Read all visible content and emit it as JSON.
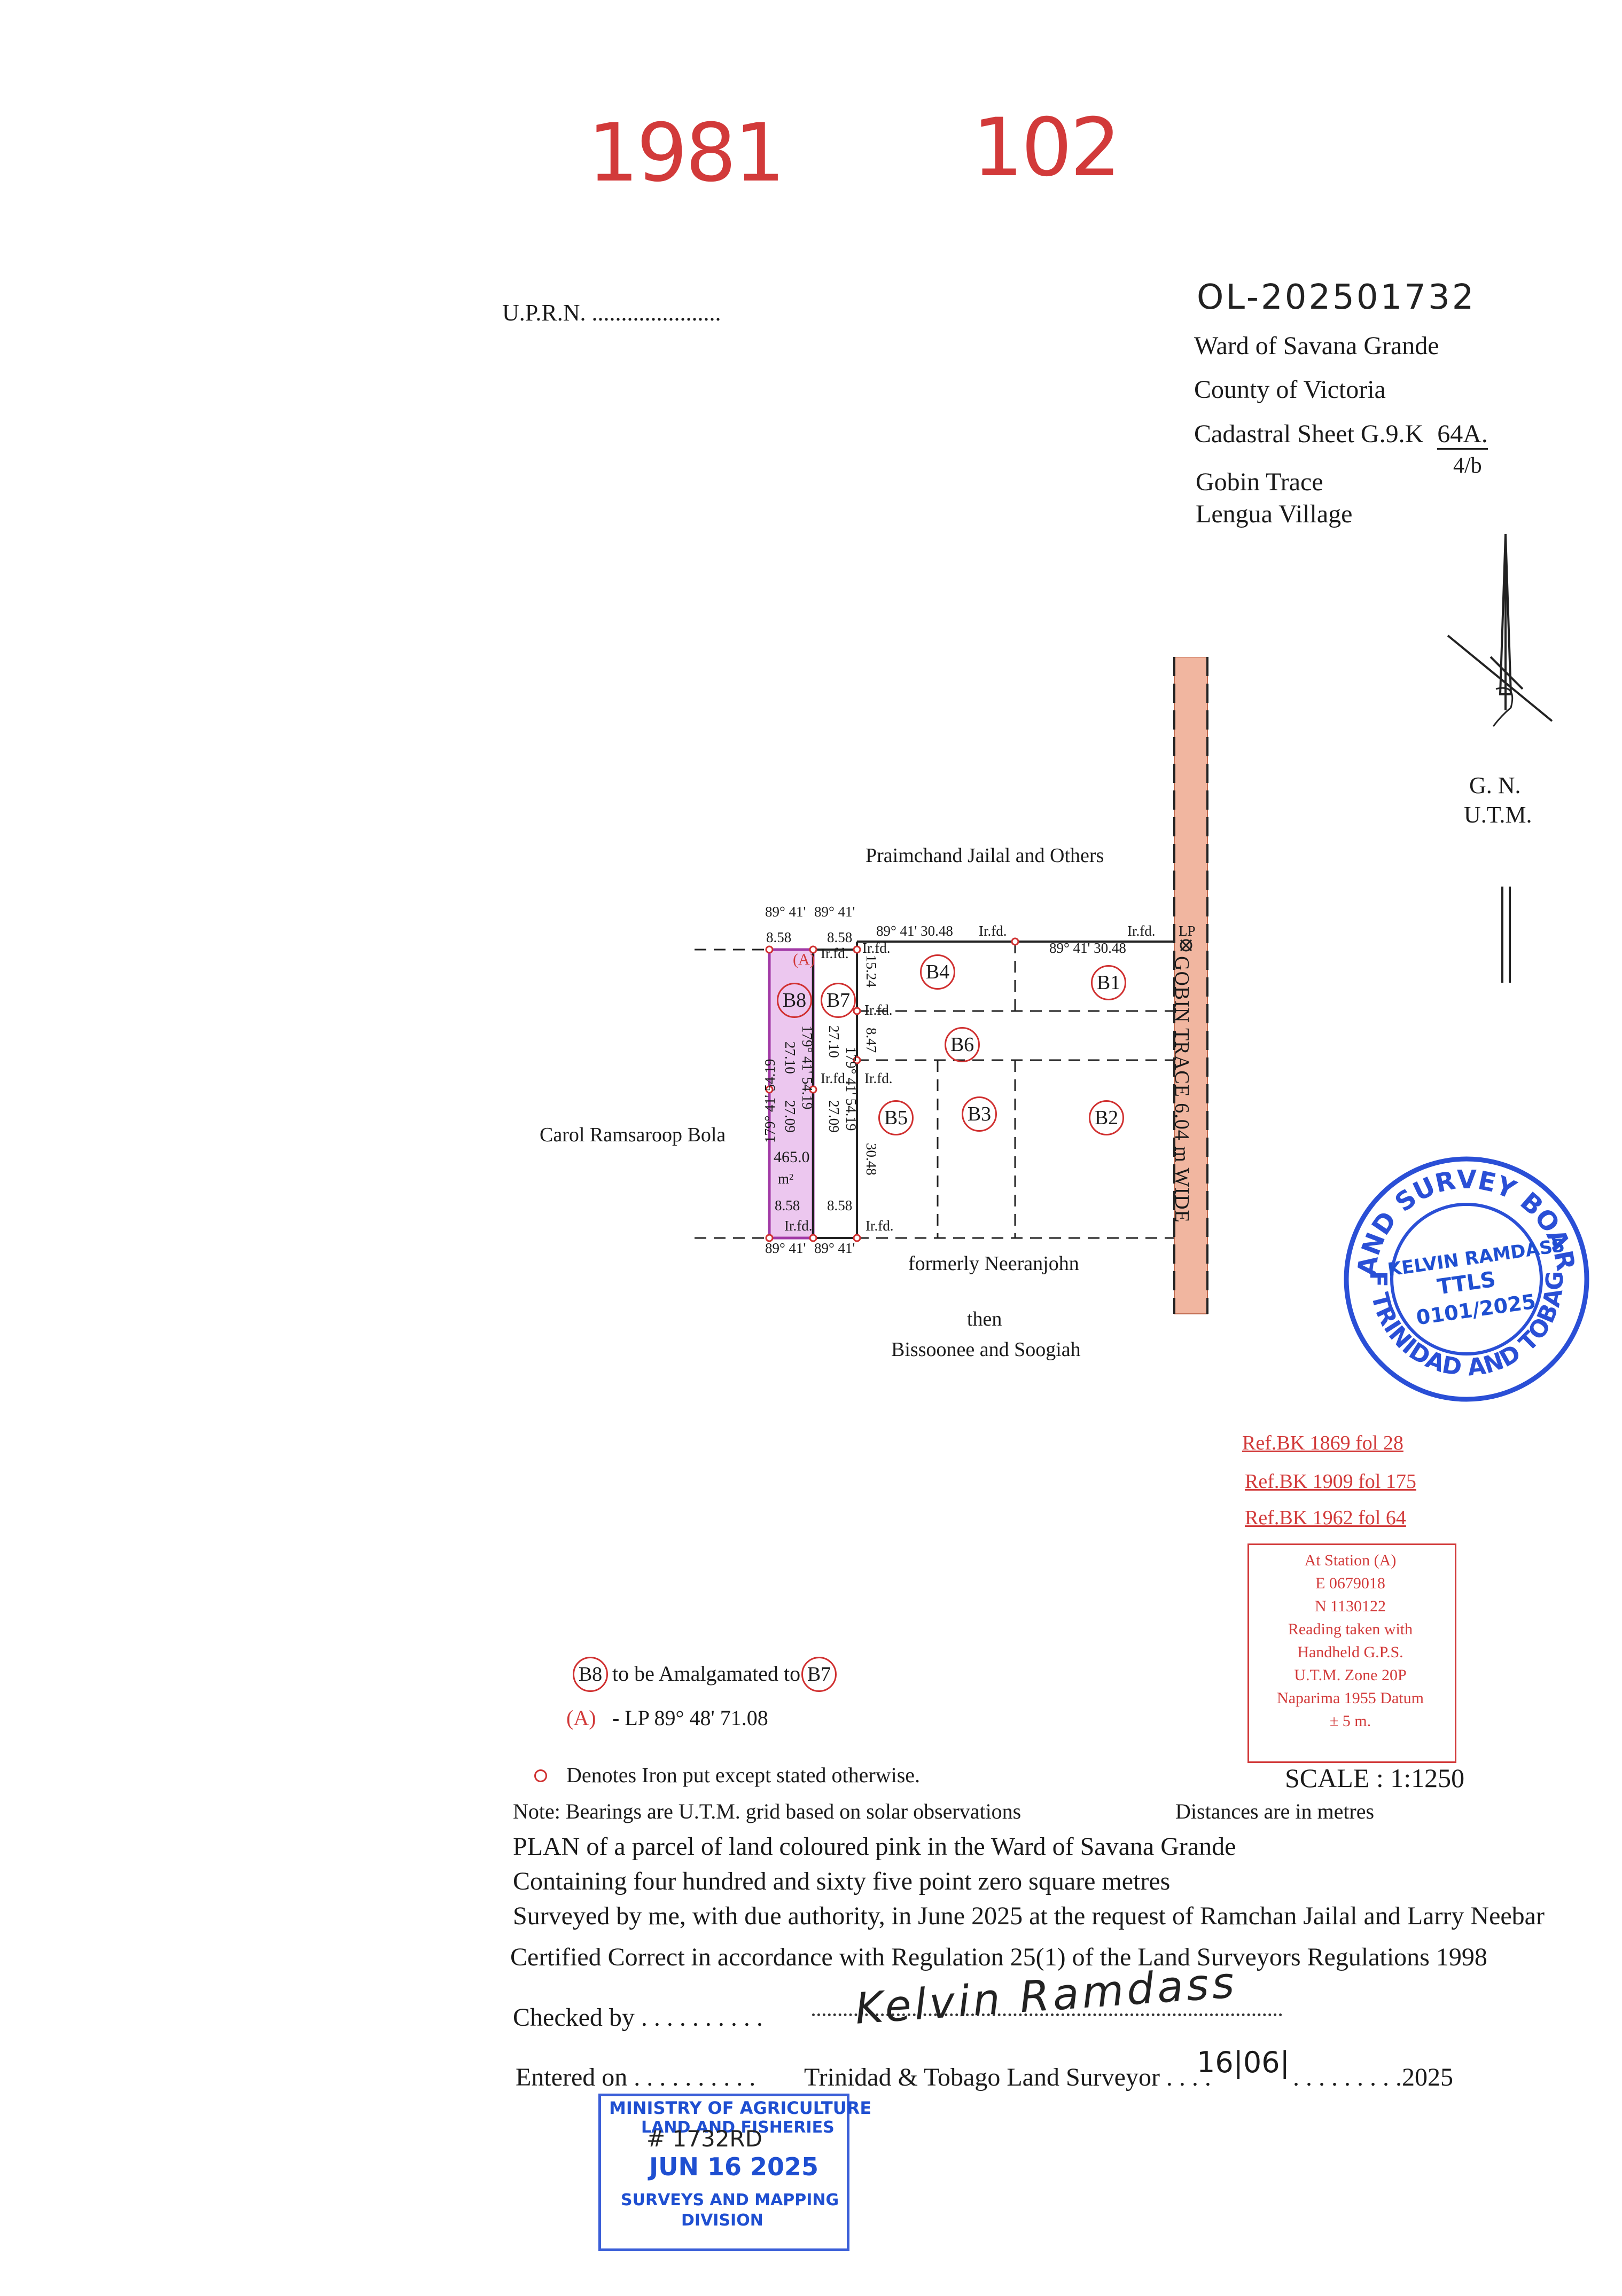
{
  "header": {
    "hand_number_left": "1981",
    "hand_number_right": "102",
    "uprn_label": "U.P.R.N. ......................",
    "file_ref": "OL-202501732"
  },
  "location": {
    "ward": "Ward of Savana Grande",
    "county": "County of Victoria",
    "cadastral_label": "Cadastral Sheet  G.9.K",
    "cadastral_sheet": "64A.",
    "cadastral_sub": "4/b",
    "trace": "Gobin Trace",
    "village": "Lengua Village"
  },
  "north": {
    "gn": "G.  N.",
    "utm": "U.T.M."
  },
  "plan": {
    "north_owner": "Praimchand Jailal and Others",
    "west_owner": "Carol Ramsaroop Bola",
    "south_owner_1": "formerly Neeranjohn",
    "south_owner_2": "then",
    "south_owner_3": "Bissoonee and Soogiah",
    "road": "GOBIN  TRACE  6.04 m  WIDE",
    "lots": [
      "B8",
      "B7",
      "B4",
      "B1",
      "B6",
      "B5",
      "B3",
      "B2"
    ],
    "station": "(A)",
    "lp": "LP",
    "area_value": "465.0",
    "area_unit": "m²",
    "bearing_top_a": "89° 41'",
    "bearing_top_b": "89° 41'",
    "dist_top_a": "8.58",
    "dist_top_b": "8.58",
    "b4_top": "89° 41'  30.48",
    "b1_top": "89° 41'  30.48",
    "irfd": "Ir.fd.",
    "bearing_west": "179° 41' 54.19",
    "bearing_b8_east": "179° 41' 54.19",
    "bearing_b7_east": "179° 41' 54.19",
    "d_27_10": "27.10",
    "d_27_09": "27.09",
    "d_15_24": "15.24",
    "d_8_47": "8.47",
    "d_30_48": "30.48",
    "dist_bot_a": "8.58",
    "dist_bot_b": "8.58",
    "bearing_bot_a": "89° 41'",
    "bearing_bot_b": "89° 41'"
  },
  "seal": {
    "ring_top": "LAND SURVEY BOARD",
    "ring_bottom": "OF TRINIDAD AND TOBAGO",
    "name": "KELVIN RAMDASS",
    "title": "TTLS",
    "number": "0101/2025"
  },
  "refs": [
    "Ref.BK  1869  fol  28",
    "Ref.BK  1909  fol  175",
    "Ref.BK  1962  fol  64"
  ],
  "station_box": {
    "l1": "At Station (A)",
    "l2": "E 0679018",
    "l3": "N 1130122",
    "l4": "Reading taken with",
    "l5": "Handheld G.P.S.",
    "l6": "U.T.M. Zone 20P",
    "l7": "Naparima 1955  Datum",
    "l8": "± 5 m."
  },
  "legend": {
    "lot_a": "B8",
    "amalgamated": "to be Amalgamated to",
    "lot_b": "B7",
    "station_label": "(A)",
    "station_text": "- LP  89°  48'  71.08",
    "iron_note": "Denotes Iron put except stated otherwise."
  },
  "footer": {
    "scale": "SCALE : 1:1250",
    "note": "Note: Bearings are U.T.M. grid based on solar observations",
    "distances": "Distances are in metres",
    "plan_line": "PLAN of a parcel of land coloured pink in the Ward of Savana Grande",
    "containing": "Containing four hundred and sixty five  point zero square metres",
    "surveyed": "Surveyed by me, with due authority, in June 2025 at the request of Ramchan Jailal and Larry Neebar",
    "certified": "Certified Correct in accordance with Regulation 25(1) of the Land Surveyors Regulations 1998",
    "checked": "Checked by . . . . . . . . . .",
    "signature": "Kelvin Ramdass",
    "entered": "Entered on . . . . . . . . . .",
    "tt_surveyor": "Trinidad & Tobago  Land Surveyor . . . .",
    "date_hand": "16|06|",
    "year": ". . . . . . . . .2025"
  },
  "ministry_stamp": {
    "l1": "MINISTRY OF AGRICULTURE",
    "l2": "LAND AND FISHERIES",
    "hand": "# 1732RD",
    "date": "JUN 16 2025",
    "l3": "SURVEYS AND MAPPING",
    "l4": "DIVISION"
  }
}
